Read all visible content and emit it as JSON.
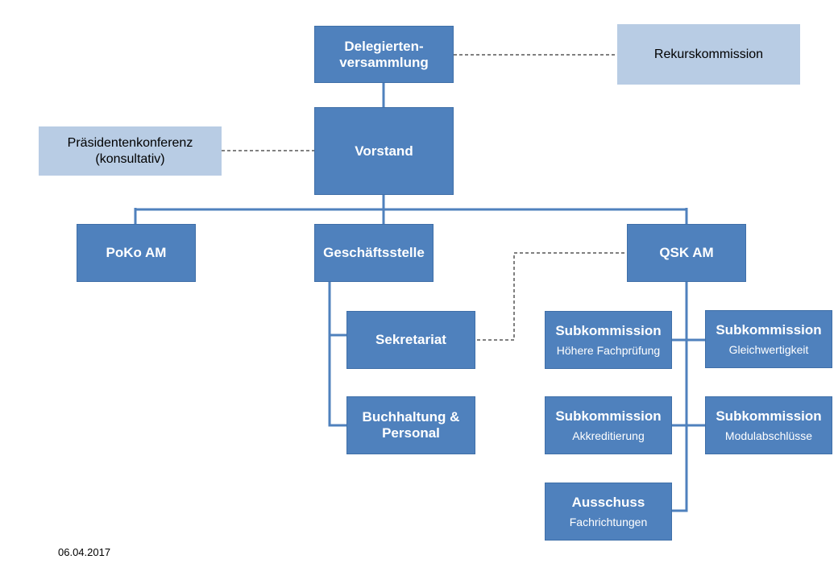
{
  "nodes": {
    "delegiertenversammlung": {
      "line1": "Delegierten-",
      "line2": "versammlung"
    },
    "rekurskommission": {
      "label": "Rekurskommission"
    },
    "vorstand": {
      "label": "Vorstand"
    },
    "praesidentenkonferenz": {
      "line1": "Präsidentenkonferenz",
      "line2": "(konsultativ)"
    },
    "poko": {
      "label": "PoKo AM"
    },
    "geschaeftsstelle": {
      "label": "Geschäftsstelle"
    },
    "qsk": {
      "label": "QSK AM"
    },
    "sekretariat": {
      "label": "Sekretariat"
    },
    "buchhaltung": {
      "line1": "Buchhaltung &",
      "line2": "Personal"
    },
    "sub_hfp": {
      "title": "Subkommission",
      "subtitle": "Höhere Fachprüfung"
    },
    "sub_gleich": {
      "title": "Subkommission",
      "subtitle": "Gleichwertigkeit"
    },
    "sub_akk": {
      "title": "Subkommission",
      "subtitle": "Akkreditierung"
    },
    "sub_modul": {
      "title": "Subkommission",
      "subtitle": "Modulabschlüsse"
    },
    "ausschuss": {
      "title": "Ausschuss",
      "subtitle": "Fachrichtungen"
    }
  },
  "footer": {
    "date": "06.04.2017"
  },
  "colors": {
    "box_dark": "#4f81bd",
    "box_light": "#b8cce4",
    "line": "#4f81bd",
    "dashed": "#000000"
  }
}
